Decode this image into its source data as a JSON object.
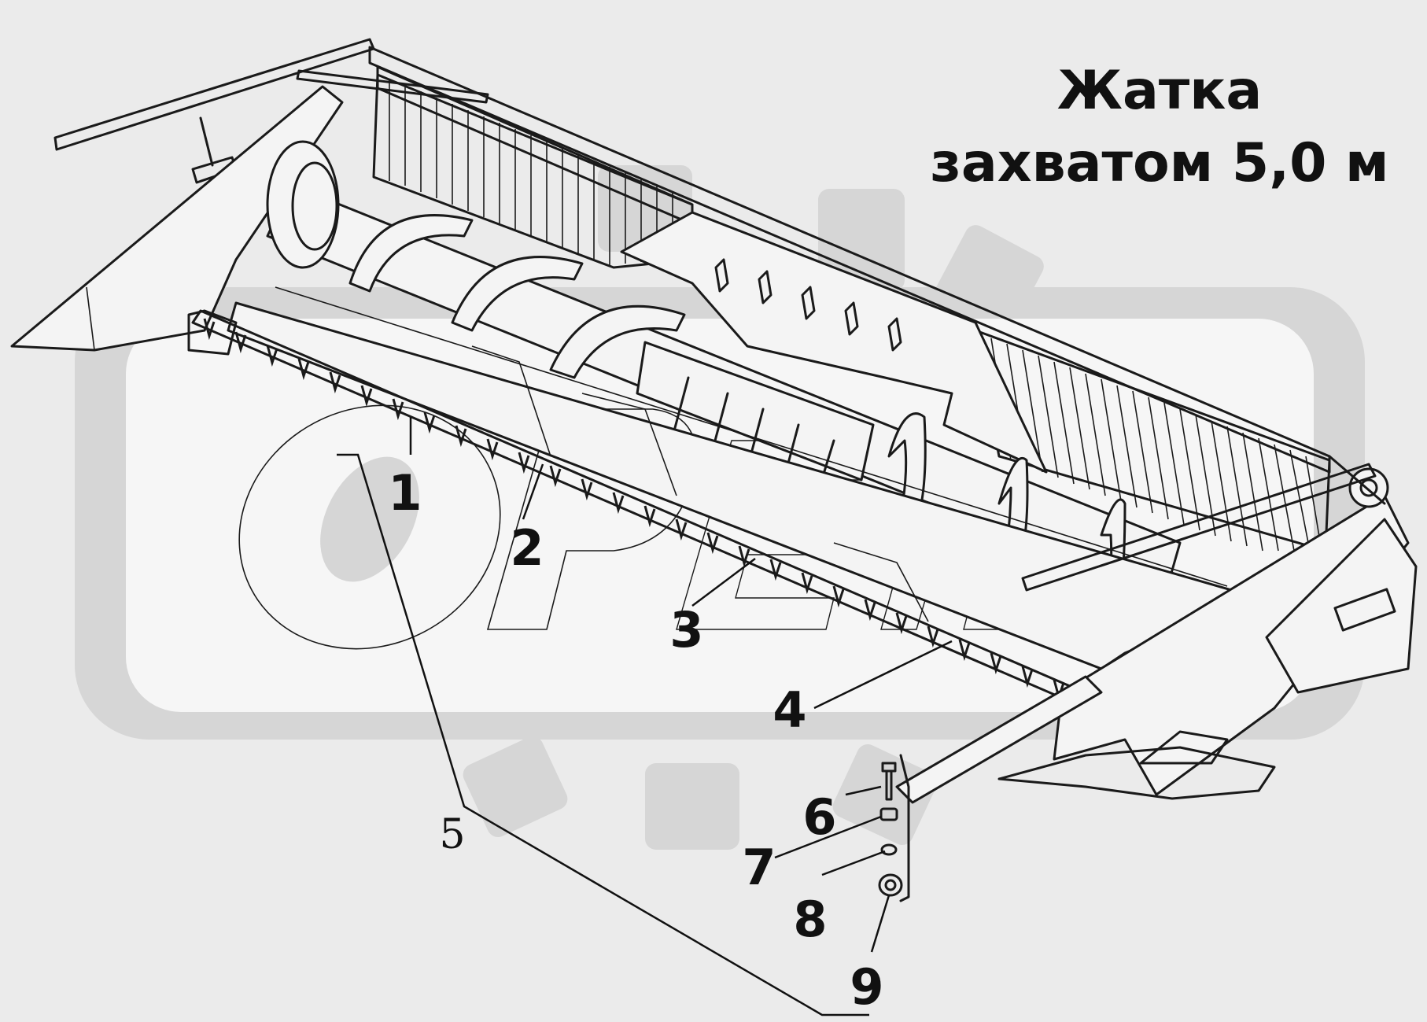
{
  "title": {
    "line1": "Жатка",
    "line2": "захватом 5,0 м"
  },
  "callouts": [
    {
      "id": "1",
      "label": "1"
    },
    {
      "id": "2",
      "label": "2"
    },
    {
      "id": "3",
      "label": "3"
    },
    {
      "id": "4",
      "label": "4"
    },
    {
      "id": "5",
      "label": "5"
    },
    {
      "id": "6",
      "label": "6"
    },
    {
      "id": "7",
      "label": "7"
    },
    {
      "id": "8",
      "label": "8"
    },
    {
      "id": "9",
      "label": "9"
    }
  ],
  "watermark": {
    "text": "ОРЕЛ",
    "color": "#d6d6d6"
  },
  "colors": {
    "background": "#ebebeb",
    "ink": "#1a1a1a"
  }
}
